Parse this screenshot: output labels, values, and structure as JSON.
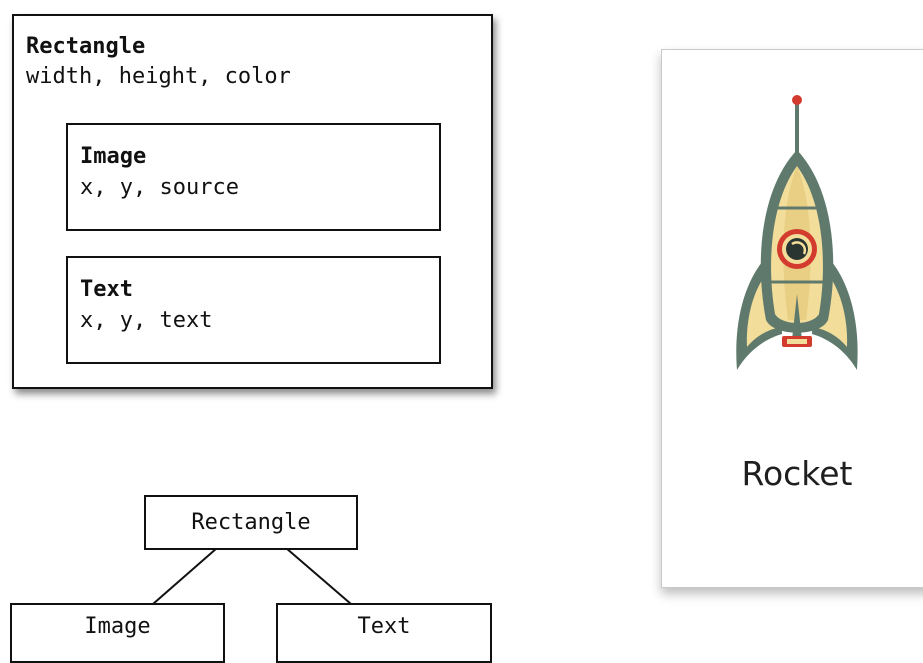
{
  "object_diagram": {
    "rectangle": {
      "title": "Rectangle",
      "properties": "width, height, color"
    },
    "image": {
      "title": "Image",
      "properties": "x, y, source"
    },
    "text": {
      "title": "Text",
      "properties": "x, y, text"
    }
  },
  "tree_diagram": {
    "root": "Rectangle",
    "children": [
      "Image",
      "Text"
    ]
  },
  "card": {
    "label": "Rocket",
    "icon": "rocket-icon"
  },
  "colors": {
    "rocket_body": "#5f7a6d",
    "rocket_panel": "#f3dd9a",
    "rocket_accent": "#d33b2e"
  }
}
